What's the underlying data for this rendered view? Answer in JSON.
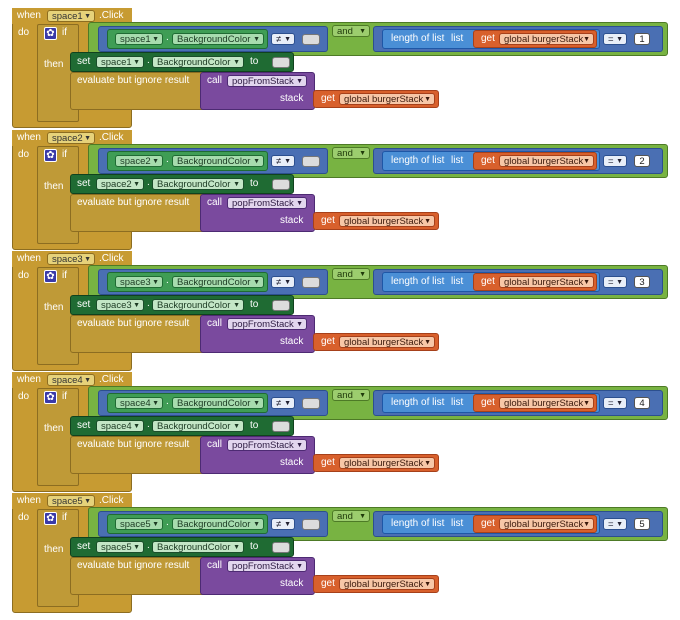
{
  "labels": {
    "when": "when",
    "click": ".Click",
    "do": "do",
    "if": "if",
    "then": "then",
    "set": "set",
    "to": "to",
    "evaluate": "evaluate but ignore result",
    "call": "call",
    "and": "and",
    "length_of_list": "length of list",
    "list": "list",
    "get": "get",
    "stack": "stack"
  },
  "property": "BackgroundColor",
  "not_equals_op": "≠",
  "equals_op": "=",
  "global_var": "global burgerStack",
  "procedure": "popFromStack",
  "handlers": [
    {
      "component": "space1",
      "length_value": "1"
    },
    {
      "component": "space2",
      "length_value": "2"
    },
    {
      "component": "space3",
      "length_value": "3"
    },
    {
      "component": "space4",
      "length_value": "4"
    },
    {
      "component": "space5",
      "length_value": "5"
    }
  ],
  "colors": {
    "event_gold": "#c79b32",
    "control_gold": "#bf9a37",
    "logic_green": "#78b342",
    "component_green": "#3f9d55",
    "setter_darkgreen": "#1f6b33",
    "list_blue": "#4a8fd6",
    "procedure_purple": "#7a4a9e",
    "variable_orange": "#d8602c",
    "compare_blue": "#4a6fb3"
  }
}
